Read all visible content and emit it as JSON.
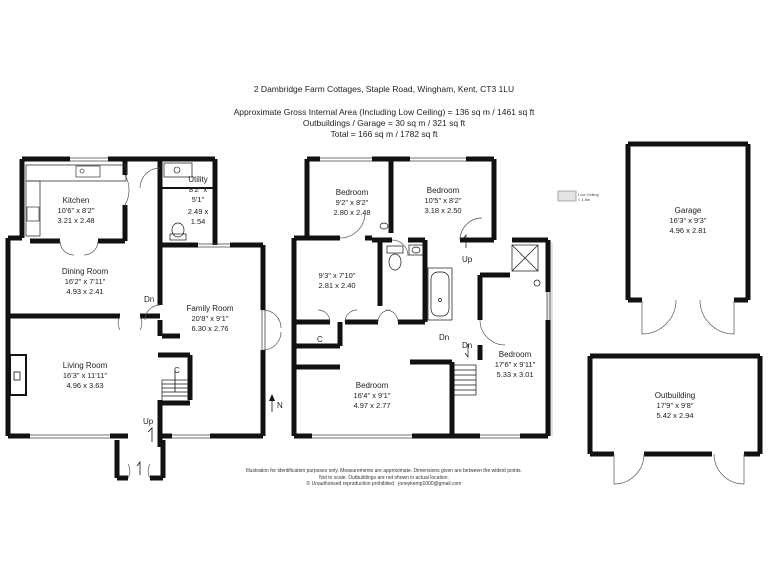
{
  "header": {
    "address": "2 Dambridge Farm Cottages, Staple Road, Wingham, Kent, CT3 1LU",
    "area_line": "Approximate Gross Internal Area (Including Low Ceiling) = 136 sq m / 1461 sq ft",
    "outbuildings_line": "Outbuildings / Garage = 30 sq m / 321 sq ft",
    "total_line": "Total = 166 sq m / 1782 sq ft"
  },
  "rooms": {
    "kitchen": {
      "name": "Kitchen",
      "imperial": "10'6\" x 8'2\"",
      "metric": "3.21 x 2.48"
    },
    "utility": {
      "name": "Utility",
      "imperial_1": "8'2\" x",
      "imperial_2": "5'1\"",
      "metric_1": "2.49 x",
      "metric_2": "1.54"
    },
    "dining": {
      "name": "Dining Room",
      "imperial": "16'2\" x 7'11\"",
      "metric": "4.93 x 2.41"
    },
    "family": {
      "name": "Family Room",
      "imperial": "20'8\" x 9'1\"",
      "metric": "6.30 x 2.76"
    },
    "living": {
      "name": "Living Room",
      "imperial": "16'3\" x 11'11\"",
      "metric": "4.96 x 3.63"
    },
    "bed1": {
      "name": "Bedroom",
      "imperial": "9'2\" x 8'2\"",
      "metric": "2.80 x 2.48"
    },
    "bed2": {
      "name": "Bedroom",
      "imperial": "10'5\" x 8'2\"",
      "metric": "3.18 x 2.50"
    },
    "landing": {
      "imperial": "9'3\" x 7'10\"",
      "metric": "2.81 x 2.40"
    },
    "bed3": {
      "name": "Bedroom",
      "imperial": "17'6\" x 9'11\"",
      "metric": "5.33 x 3.01"
    },
    "bed4": {
      "name": "Bedroom",
      "imperial": "16'4\" x 9'1\"",
      "metric": "4.97 x 2.77"
    },
    "garage": {
      "name": "Garage",
      "imperial": "16'3\" x 9'3\"",
      "metric": "4.96 x 2.81"
    },
    "outbuilding": {
      "name": "Outbuilding",
      "imperial": "17'9\" x 9'8\"",
      "metric": "5.42 x 2.94"
    }
  },
  "labels": {
    "dn": "Dn",
    "up": "Up",
    "cupboard": "C",
    "north": "N",
    "low_ceiling_1": "Low Ceiling",
    "low_ceiling_2": "< 1.5m"
  },
  "footer": {
    "line1": "Illustration for identification purposes only. Measurements are approximate. Dimensions given are between the widest points.",
    "line2": "Not to scale. Outbuildings are not shown in actual location.",
    "line3": "© Unauthorised reproduction prohibited · joneykemp1000@gmail.com"
  },
  "colors": {
    "wall": "#111111",
    "text": "#222222",
    "low_ceiling": "#e4e4e4"
  }
}
